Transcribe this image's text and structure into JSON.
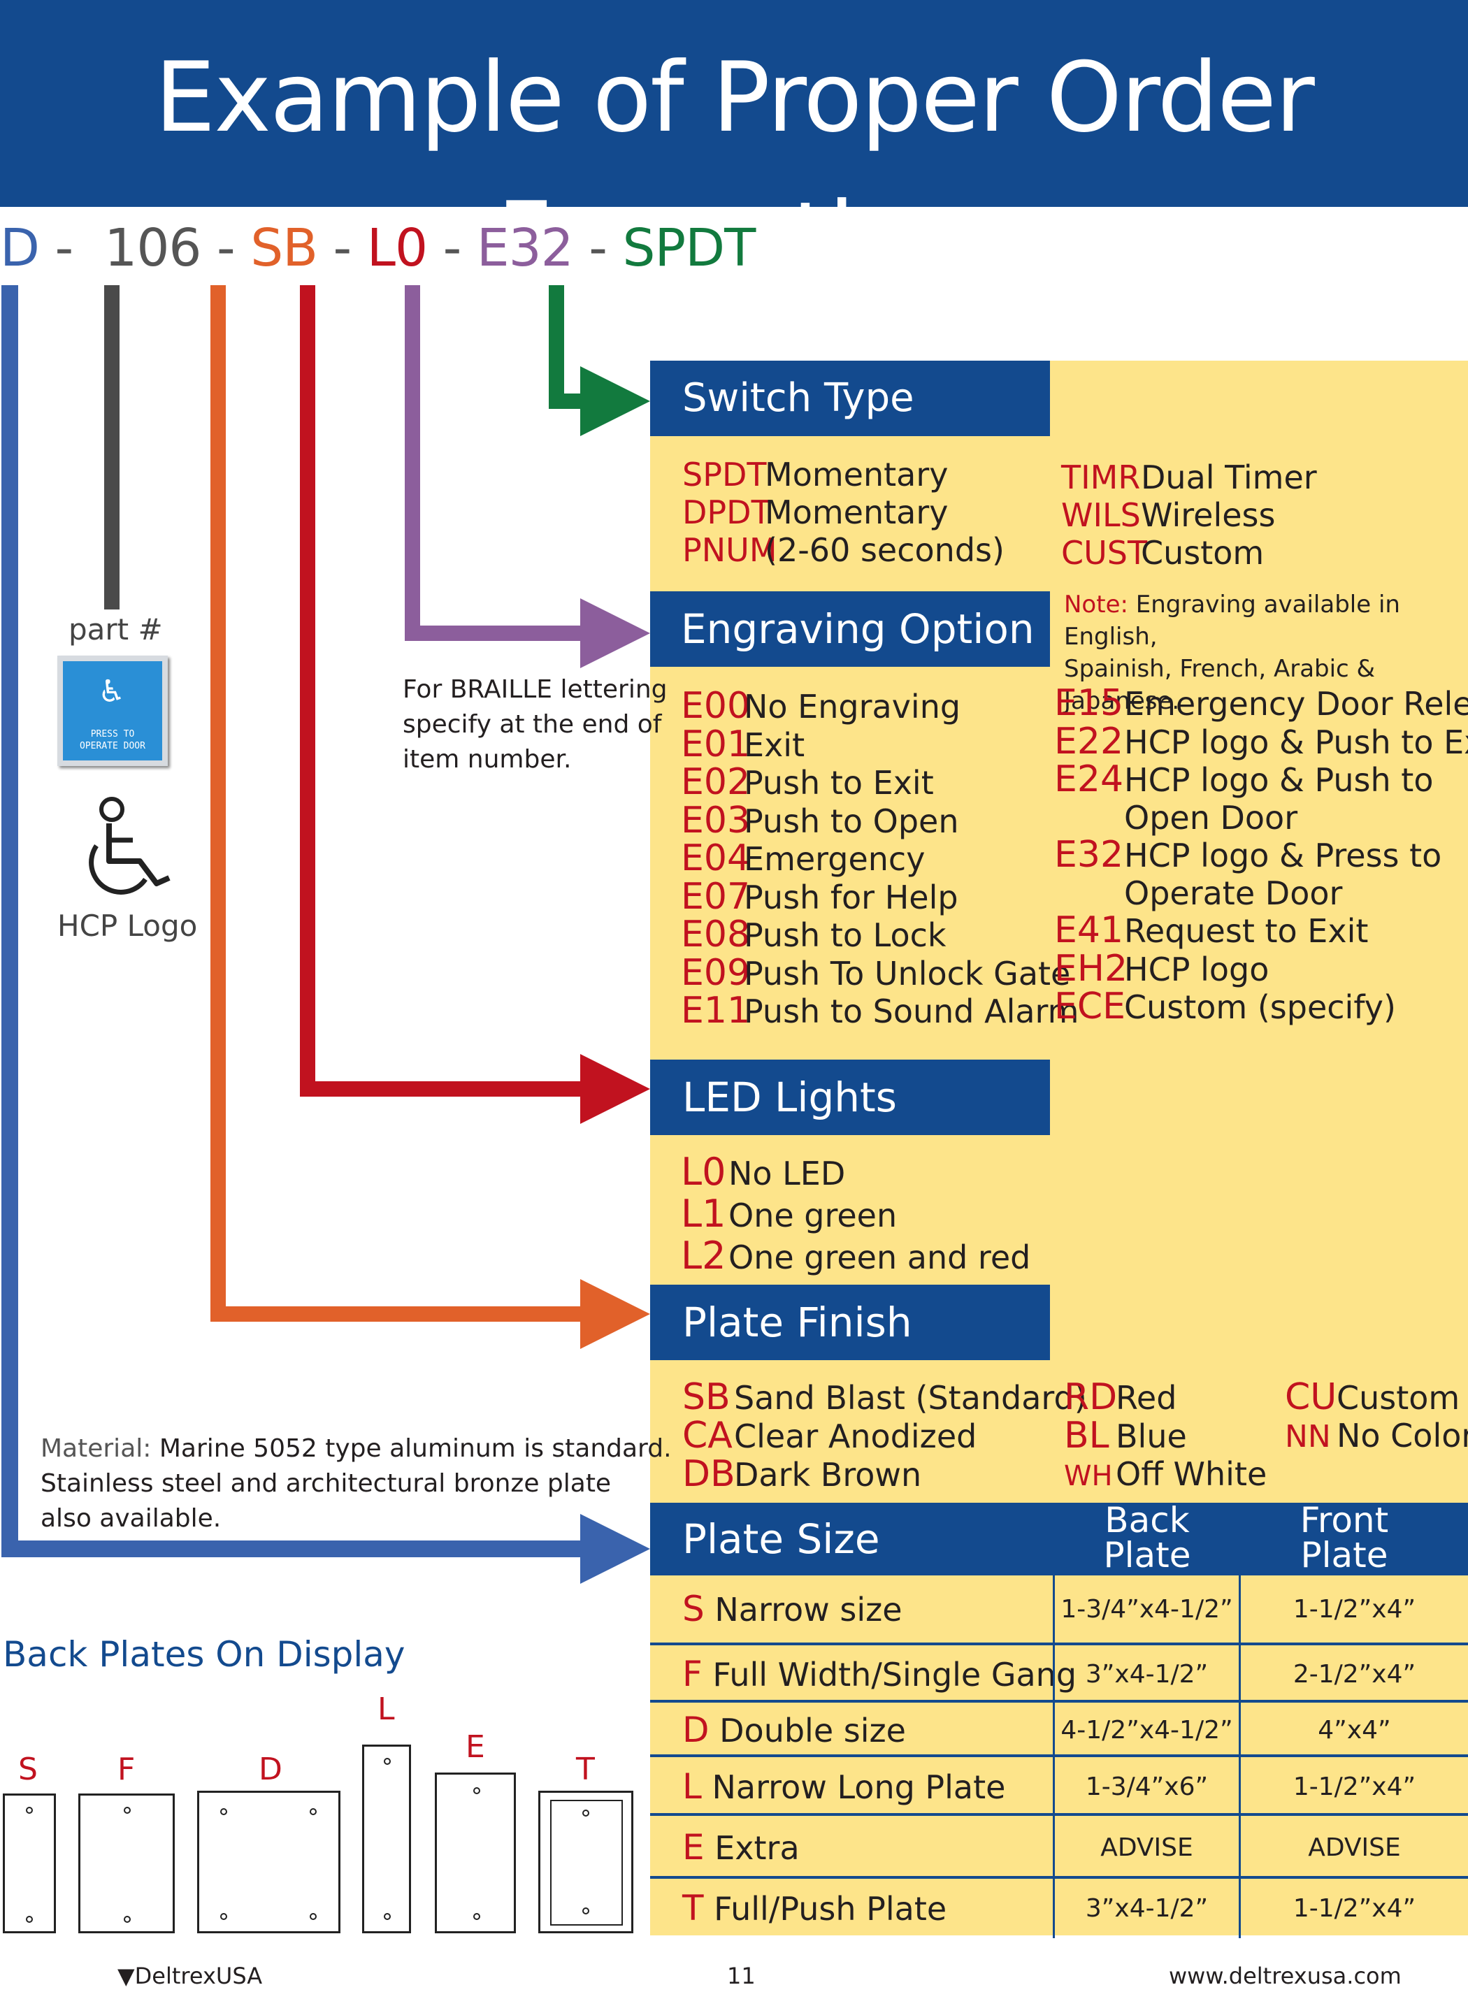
{
  "title": "Example of Proper Order Formation",
  "order_code": {
    "parts": [
      {
        "text": "D",
        "color": "#3a63ad"
      },
      {
        "text": "106",
        "color": "#555555"
      },
      {
        "text": "SB",
        "color": "#e1612a"
      },
      {
        "text": "L0",
        "color": "#c1121f"
      },
      {
        "text": "E32",
        "color": "#8c5e9c"
      },
      {
        "text": "SPDT",
        "color": "#127a3e"
      }
    ],
    "separator": "-"
  },
  "colors": {
    "header_blue": "#134a8e",
    "panel_yellow": "#fde48a",
    "code_red": "#c1121f",
    "blue_arrow": "#3a63ad",
    "orange_arrow": "#e1612a",
    "red_arrow": "#c1121f",
    "purple_arrow": "#8c5e9c",
    "green_arrow": "#127a3e",
    "gray_line": "#4a4a4a"
  },
  "part_label": "part #",
  "button_image": {
    "line1": "PRESS TO",
    "line2": "OPERATE DOOR"
  },
  "hcp_logo_label": "HCP Logo",
  "braille_note": [
    "For BRAILLE lettering",
    "specify at the end of",
    "item number."
  ],
  "material_note": {
    "label": "Material:",
    "lines": [
      "Marine 5052 type aluminum is standard.",
      "Stainless steel and architectural bronze plate",
      "also available."
    ]
  },
  "switch_type": {
    "heading": "Switch Type",
    "left": [
      {
        "code": "SPDT",
        "text": "Momentary"
      },
      {
        "code": "DPDT",
        "text": "Momentary"
      },
      {
        "code": "PNUM",
        "text": "(2-60 seconds)"
      }
    ],
    "right": [
      {
        "code": "TIMR",
        "text": "Dual Timer"
      },
      {
        "code": "WILS",
        "text": "Wireless"
      },
      {
        "code": "CUST",
        "text": "Custom"
      }
    ]
  },
  "engraving": {
    "heading": "Engraving Option",
    "note_label": "Note:",
    "note_lines": [
      "Engraving available in English,",
      "Spainish, French, Arabic & Japanese."
    ],
    "left": [
      {
        "code": "E00",
        "text": "No Engraving"
      },
      {
        "code": "E01",
        "text": "Exit"
      },
      {
        "code": "E02",
        "text": "Push to Exit"
      },
      {
        "code": "E03",
        "text": "Push to Open"
      },
      {
        "code": "E04",
        "text": "Emergency"
      },
      {
        "code": "E07",
        "text": "Push for Help"
      },
      {
        "code": "E08",
        "text": "Push to Lock"
      },
      {
        "code": "E09",
        "text": "Push To Unlock Gate"
      },
      {
        "code": "E11",
        "text": "Push to Sound Alarm"
      }
    ],
    "right": [
      {
        "code": "E15",
        "text": "Emergency Door Release"
      },
      {
        "code": "E22",
        "text": "HCP logo & Push to Exit"
      },
      {
        "code": "E24",
        "text": "HCP logo & Push to"
      },
      {
        "code": "",
        "text": "Open Door"
      },
      {
        "code": "E32",
        "text": "HCP logo & Press to"
      },
      {
        "code": "",
        "text": "Operate Door"
      },
      {
        "code": "E41",
        "text": "Request to Exit"
      },
      {
        "code": "EH2",
        "text": "HCP logo"
      },
      {
        "code": "ECE",
        "text": "Custom (specify)"
      }
    ]
  },
  "led": {
    "heading": "LED Lights",
    "items": [
      {
        "code": "L0",
        "text": "No LED"
      },
      {
        "code": "L1",
        "text": "One green"
      },
      {
        "code": "L2",
        "text": "One green and red"
      }
    ]
  },
  "finish": {
    "heading": "Plate Finish",
    "col1": [
      {
        "code": "SB",
        "text": "Sand Blast (Standard)"
      },
      {
        "code": "CA",
        "text": "Clear Anodized"
      },
      {
        "code": "DB",
        "text": "Dark Brown"
      }
    ],
    "col2": [
      {
        "code": "RD",
        "text": "Red"
      },
      {
        "code": "BL",
        "text": "Blue"
      },
      {
        "code": "WH",
        "text": "Off White"
      }
    ],
    "col3": [
      {
        "code": "CU",
        "text": "Custom"
      },
      {
        "code": "NN",
        "text": "No Color"
      }
    ]
  },
  "plate_size": {
    "heading": "Plate Size",
    "col_back": [
      "Back",
      "Plate"
    ],
    "col_front": [
      "Front",
      "Plate"
    ],
    "rows": [
      {
        "code": "S",
        "text": "Narrow size",
        "back": "1-3/4”x4-1/2”",
        "front": "1-1/2”x4”"
      },
      {
        "code": "F",
        "text": "Full Width/Single Gang",
        "back": "3”x4-1/2”",
        "front": "2-1/2”x4”"
      },
      {
        "code": "D",
        "text": "Double size",
        "back": "4-1/2”x4-1/2”",
        "front": "4”x4”"
      },
      {
        "code": "L",
        "text": "Narrow Long Plate",
        "back": "1-3/4”x6”",
        "front": "1-1/2”x4”"
      },
      {
        "code": "E",
        "text": "Extra",
        "back": "ADVISE",
        "front": "ADVISE"
      },
      {
        "code": "T",
        "text": "Full/Push Plate",
        "back": "3”x4-1/2”",
        "front": "1-1/2”x4”"
      }
    ]
  },
  "back_plates": {
    "heading": "Back Plates On Display",
    "labels": [
      "S",
      "F",
      "D",
      "L",
      "E",
      "T"
    ]
  },
  "footer": {
    "brand": "DeltrexUSA",
    "page": "11",
    "url": "www.deltrexusa.com"
  }
}
